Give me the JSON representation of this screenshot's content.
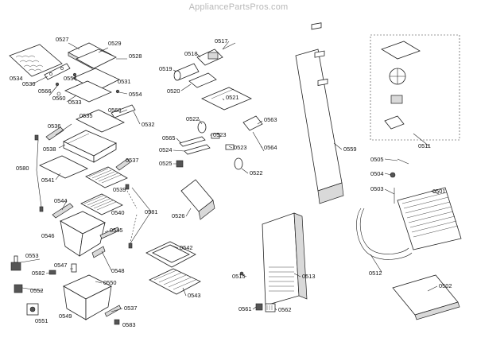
{
  "watermark": "AppliancePartsPros.com",
  "part_labels": {
    "0501": "0501",
    "0502": "0502",
    "0503": "0503",
    "0504": "0504",
    "0505": "0505",
    "0511": "0511",
    "0512": "0512",
    "0513": "0513",
    "0515": "0515",
    "0517": "0517",
    "0518": "0518",
    "0519": "0519",
    "0520": "0520",
    "0521": "0521",
    "0522": "0522",
    "0523": "0523",
    "0524": "0524",
    "0525": "0525",
    "0526": "0526",
    "0527": "0527",
    "0528": "0528",
    "0529": "0529",
    "0530": "0530",
    "0531": "0531",
    "0532": "0532",
    "0533": "0533",
    "0534": "0534",
    "0535": "0535",
    "0536": "0536",
    "0537": "0537",
    "0538": "0538",
    "0539": "0539",
    "0540": "0540",
    "0541": "0541",
    "0542": "0542",
    "0543": "0543",
    "0544": "0544",
    "0545": "0545",
    "0546": "0546",
    "0547": "0547",
    "0548": "0548",
    "0549": "0549",
    "0550": "0550",
    "0551": "0551",
    "0552": "0552",
    "0553": "0553",
    "0554": "0554",
    "0559": "0559",
    "0560": "0560",
    "0561": "0561",
    "0562": "0562",
    "0563": "0563",
    "0564": "0564",
    "0565": "0565",
    "0566": "0566",
    "0580": "0580",
    "0581": "0581",
    "0582": "0582",
    "0583": "0583"
  }
}
